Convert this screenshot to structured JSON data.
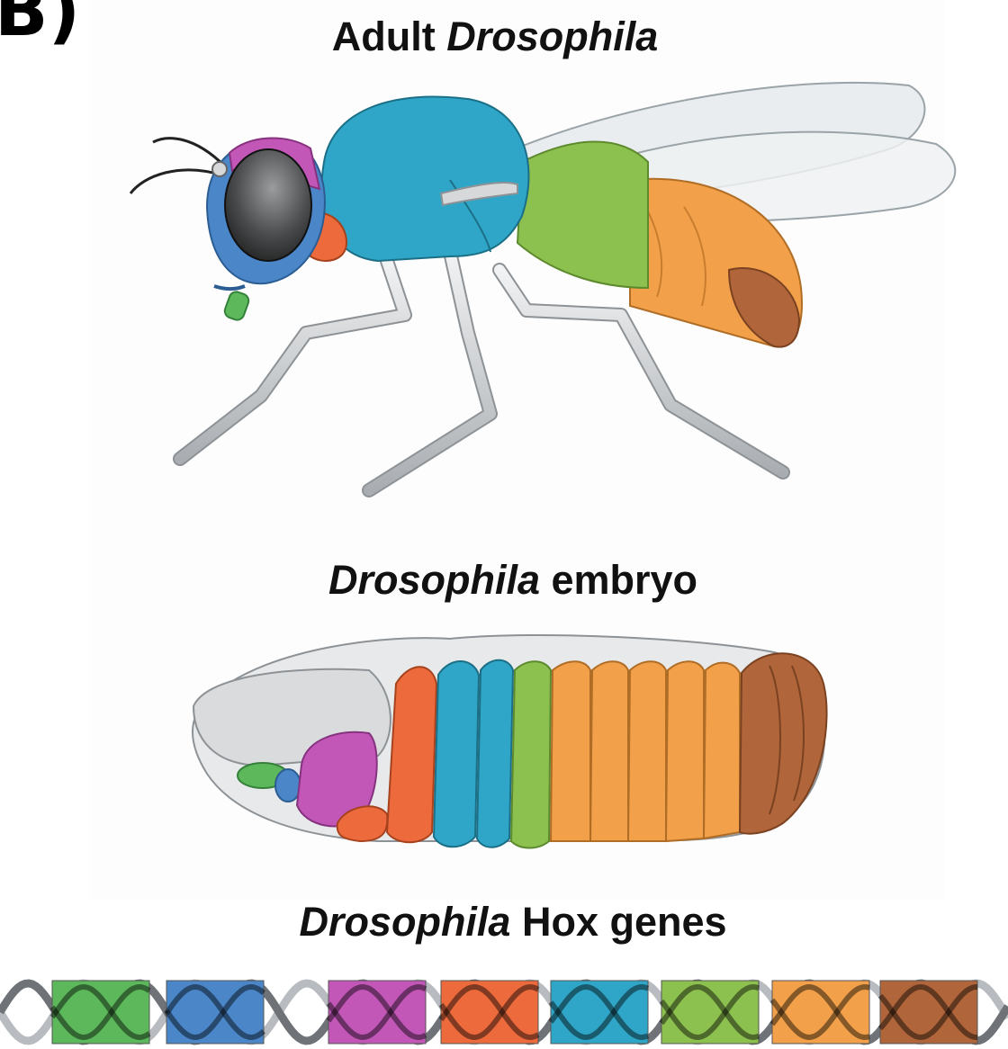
{
  "panel": {
    "letter": "B)"
  },
  "titles": {
    "adult": {
      "italic": "",
      "italic_after": "Drosophila",
      "plain": "Adult "
    },
    "embryo": {
      "italic": "Drosophila",
      "plain": " embryo"
    },
    "genes": {
      "italic": "Drosophila",
      "plain": " Hox genes"
    }
  },
  "colors": {
    "green": "#5cb85a",
    "blue": "#4a86c8",
    "magenta": "#c257b8",
    "orange_red": "#ec6a3c",
    "cyan": "#2fa6c7",
    "light_green": "#8cc04f",
    "orange": "#f2a04a",
    "brown": "#b0653a",
    "body_gray": "#d6d8da"
  },
  "hox_genes": [
    {
      "color": "#5cb85a"
    },
    {
      "color": "#4a86c8"
    },
    {
      "color": "#c257b8"
    },
    {
      "color": "#ec6a3c"
    },
    {
      "color": "#2fa6c7"
    },
    {
      "color": "#8cc04f"
    },
    {
      "color": "#f2a04a"
    },
    {
      "color": "#b0653a"
    }
  ]
}
